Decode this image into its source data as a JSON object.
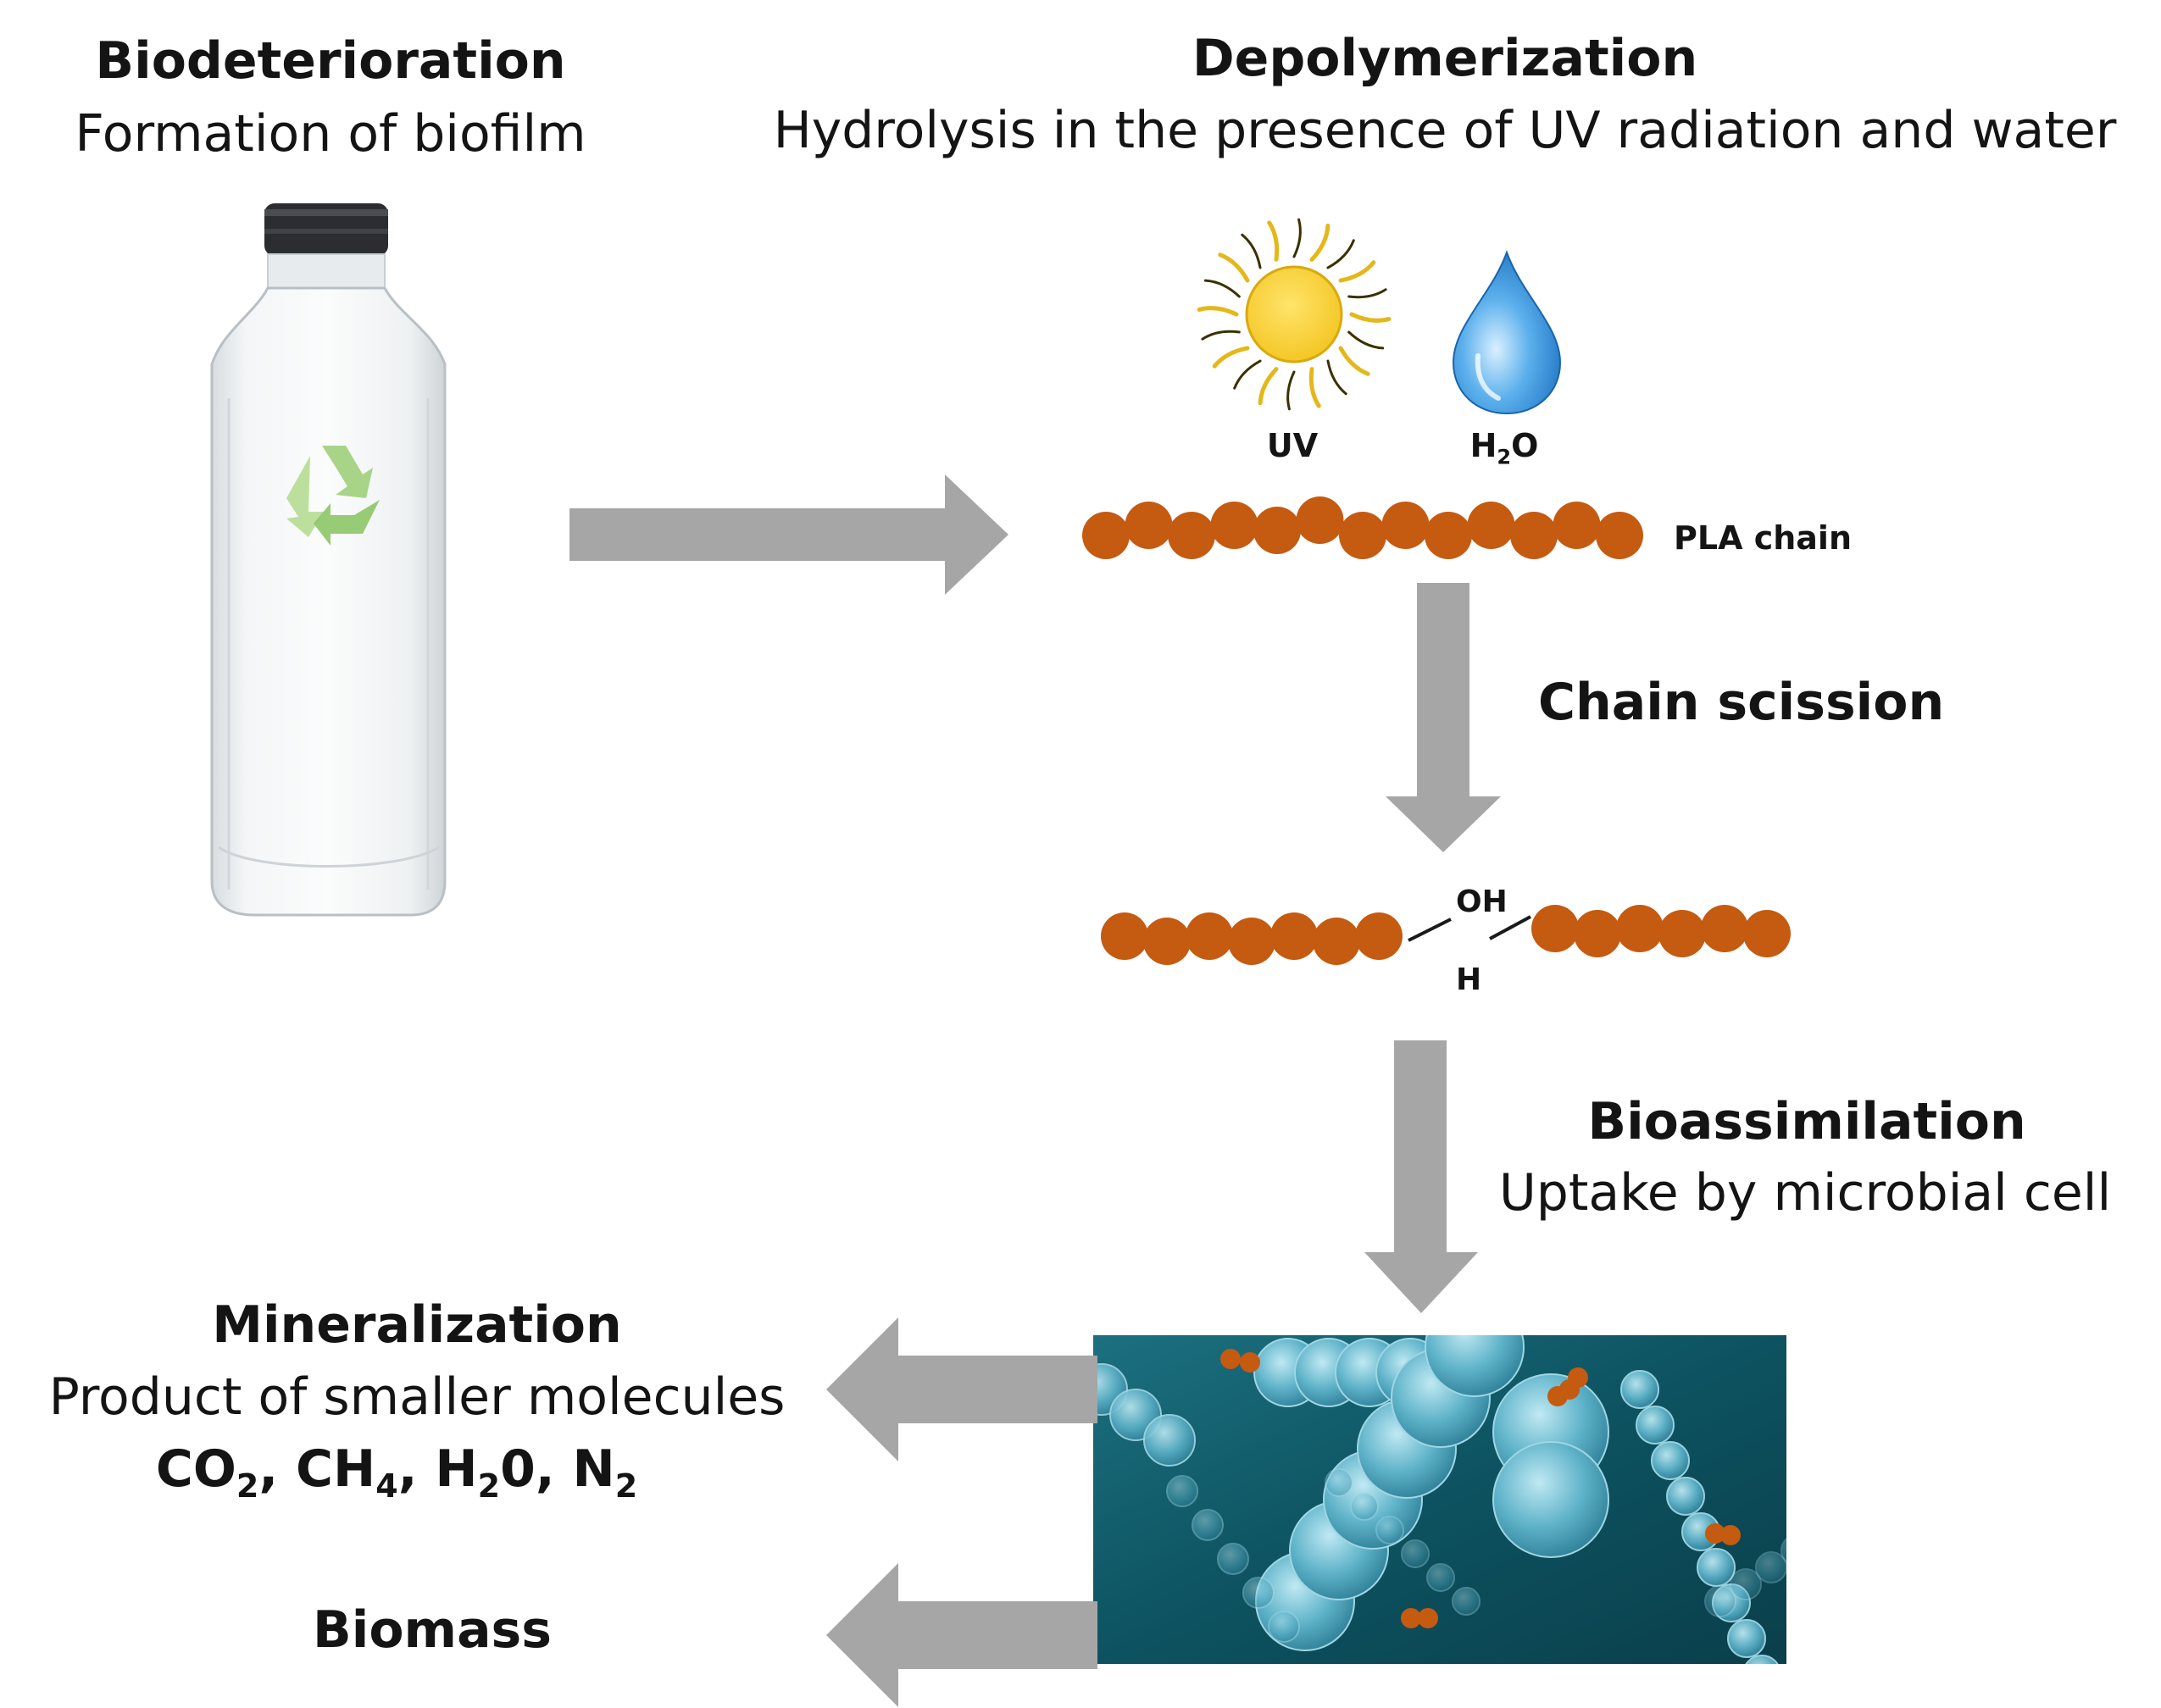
{
  "biodeterioration": {
    "title": "Biodeterioration",
    "subtitle": "Formation of biofilm"
  },
  "depolymerization": {
    "title": "Depolymerization",
    "subtitle": "Hydrolysis in the presence of UV radiation and water",
    "uv_label": "UV",
    "water_label_main": "H",
    "water_label_sub": "2",
    "water_label_end": "O",
    "chain_label": "PLA chain"
  },
  "chain_scission": {
    "title": "Chain scission",
    "oh_label": "OH",
    "h_label": "H"
  },
  "bioassimilation": {
    "title": "Bioassimilation",
    "subtitle": "Uptake by microbial cell"
  },
  "mineralization": {
    "title": "Mineralization",
    "subtitle": "Product of smaller molecules",
    "products": [
      {
        "base": "CO",
        "sub": "2",
        "sep": ", "
      },
      {
        "base": "CH",
        "sub": "4",
        "sep": ", "
      },
      {
        "base": "H",
        "sub": "2",
        "tail": "0",
        "sep": ", "
      },
      {
        "base": "N",
        "sub": "2",
        "sep": ""
      }
    ]
  },
  "biomass": {
    "title": "Biomass"
  },
  "colors": {
    "arrow": "#a6a6a6",
    "bead": "#c55a11",
    "sun": "#f7cf2f",
    "water": "#2f86d6",
    "microbe_bg": "#0f5561",
    "microbe": "#5fb3c9"
  }
}
